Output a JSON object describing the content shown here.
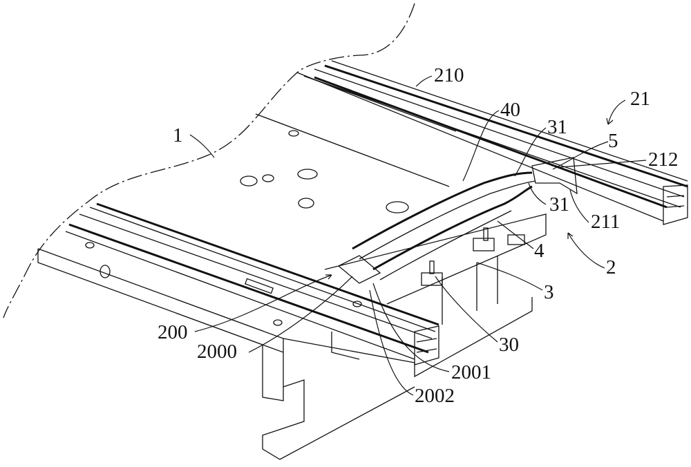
{
  "figure": {
    "labels": {
      "plate": "1",
      "rail_top": "210",
      "rail_assembly": "21",
      "part_40": "40",
      "part_31_top": "31",
      "part_5": "5",
      "part_212": "212",
      "part_31_bottom": "31",
      "part_211": "211",
      "part_4": "4",
      "assembly_2": "2",
      "part_3": "3",
      "part_30": "30",
      "part_200": "200",
      "part_2000": "2000",
      "part_2001": "2001",
      "part_2002": "2002"
    }
  }
}
